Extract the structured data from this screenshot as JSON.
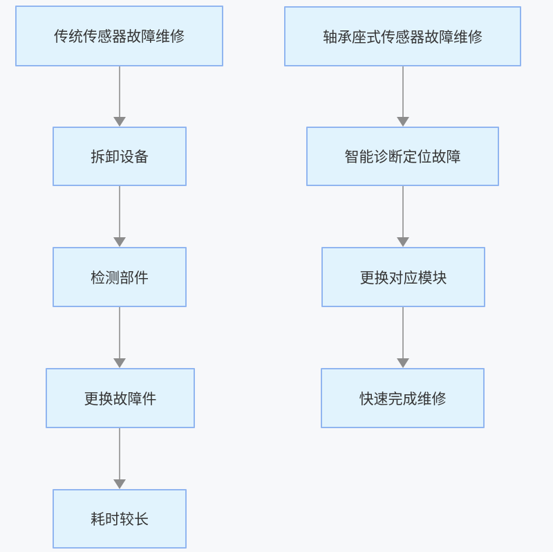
{
  "diagram": {
    "type": "flowchart",
    "direction": "top-down",
    "colors": {
      "background": "#f7f8fa",
      "node_fill": "#e1f3fd",
      "node_border": "#90b5f0",
      "text": "#333333",
      "arrow_line": "#a3a3a3",
      "arrow_head": "#8c8c8c"
    },
    "flows": [
      {
        "id": "traditional-sensor-repair",
        "nodes": [
          {
            "label": "传统传感器故障维修"
          },
          {
            "label": "拆卸设备"
          },
          {
            "label": "检测部件"
          },
          {
            "label": "更换故障件"
          },
          {
            "label": "耗时较长"
          }
        ]
      },
      {
        "id": "bearing-seat-sensor-repair",
        "nodes": [
          {
            "label": "轴承座式传感器故障维修"
          },
          {
            "label": "智能诊断定位故障"
          },
          {
            "label": "更换对应模块"
          },
          {
            "label": "快速完成维修"
          }
        ]
      }
    ]
  }
}
